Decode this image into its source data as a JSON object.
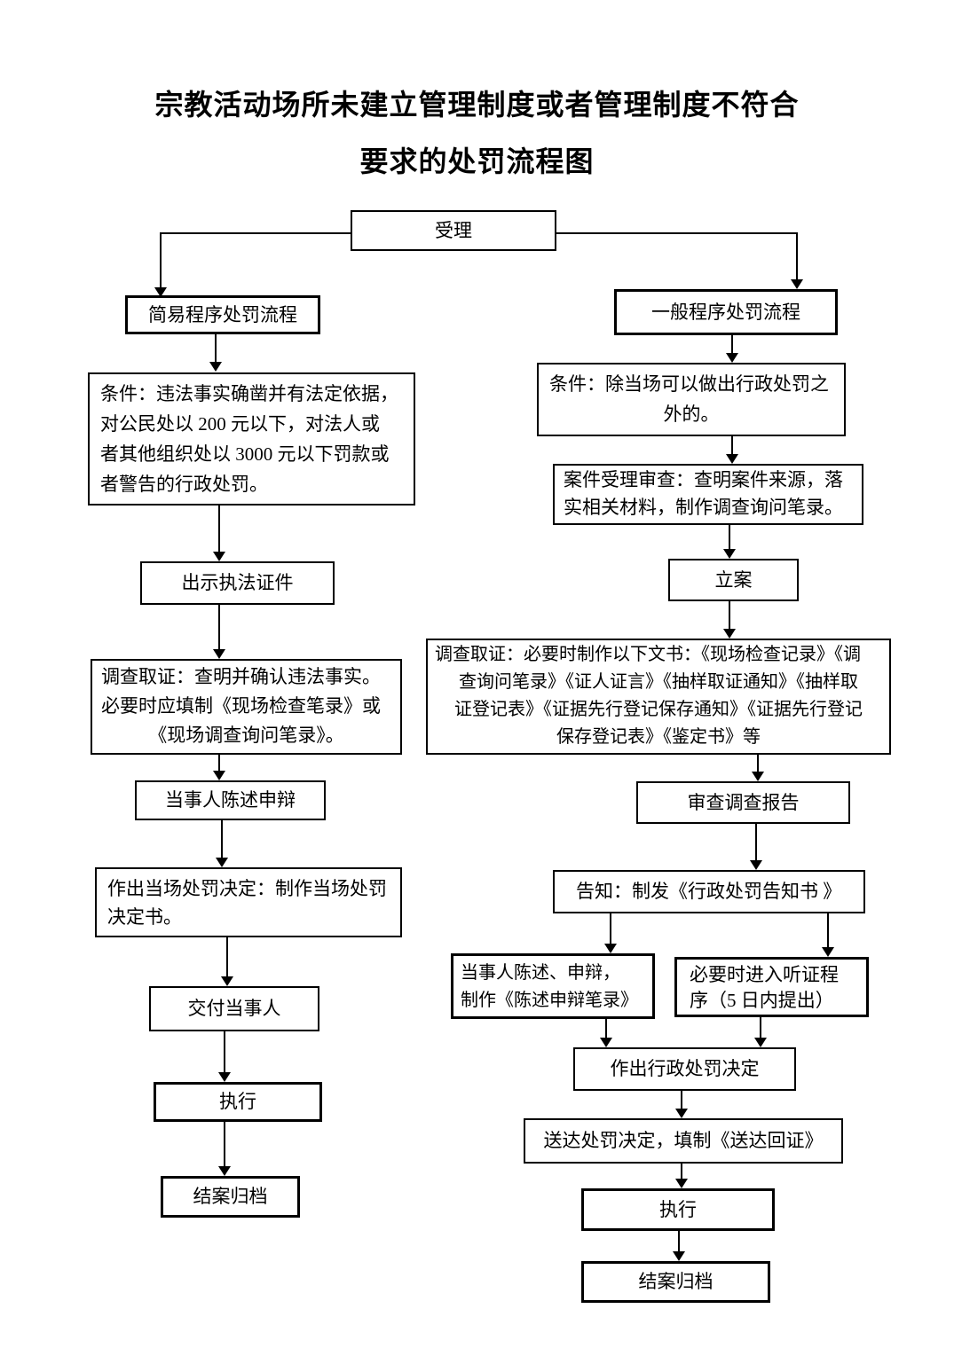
{
  "title": {
    "line1": "宗教活动场所未建立管理制度或者管理制度不符合",
    "line2": "要求的处罚流程图"
  },
  "nodes": {
    "accept": {
      "text": "受理"
    },
    "simple_procedure": {
      "text": "简易程序处罚流程"
    },
    "simple_condition": {
      "lines": [
        "条件：违法事实确凿并有法定依据，",
        "对公民处以 200 元以下，对法人或",
        "者其他组织处以 3000 元以下罚款或",
        "者警告的行政处罚。"
      ]
    },
    "show_credentials": {
      "text": "出示执法证件"
    },
    "investigate_simple": {
      "lines": [
        "调查取证：查明并确认违法事实。",
        "必要时应填制《现场检查笔录》或",
        "《现场调查询问笔录》。"
      ]
    },
    "statement_defense": {
      "text": "当事人陈述申辩"
    },
    "onspot_decision": {
      "lines": [
        "作出当场处罚决定：制作当场处罚",
        "决定书。"
      ]
    },
    "deliver_party": {
      "text": "交付当事人"
    },
    "execute_left": {
      "text": "执行"
    },
    "close_file_left": {
      "text": "结案归档"
    },
    "general_procedure": {
      "text": "一般程序处罚流程"
    },
    "general_condition": {
      "lines": [
        "条件：除当场可以做出行政处罚之",
        "外的。"
      ]
    },
    "case_review": {
      "lines": [
        "案件受理审查：查明案件来源，落",
        "实相关材料，制作调查询问笔录。"
      ]
    },
    "file_case": {
      "text": "立案"
    },
    "investigate_general": {
      "lines": [
        "调查取证：必要时制作以下文书：《现场检查记录》《调",
        "查询问笔录》《证人证言》《抽样取证通知》《抽样取",
        "证登记表》《证据先行登记保存通知》《证据先行登记",
        "保存登记表》《鉴定书》等"
      ]
    },
    "review_report": {
      "text": "审查调查报告"
    },
    "notify": {
      "text": "告知：制发《行政处罚告知书 》"
    },
    "statement_record": {
      "lines": [
        "当事人陈述、申辩，",
        "制作《陈述申辩笔录》"
      ]
    },
    "hearing": {
      "lines": [
        "必要时进入听证程",
        "序（5 日内提出）"
      ]
    },
    "penalty_decision": {
      "text": "作出行政处罚决定"
    },
    "serve_decision": {
      "text": "送达处罚决定，填制《送达回证》"
    },
    "execute_right": {
      "text": "执行"
    },
    "close_file_right": {
      "text": "结案归档"
    }
  }
}
